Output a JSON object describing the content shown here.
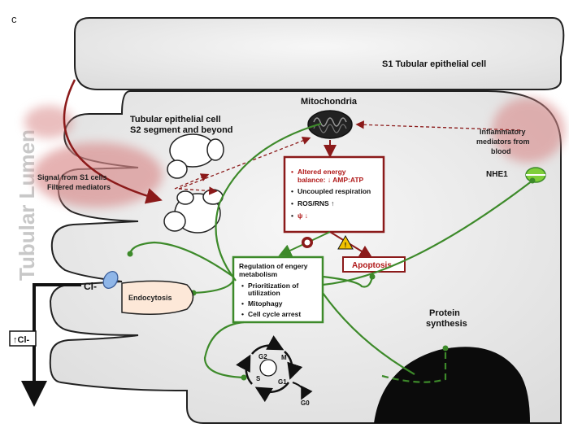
{
  "panel_label": "c",
  "labels": {
    "s1_cell": "S1 Tubular epithelial cell",
    "tubular_lumen": "Tubular Lumen",
    "s2_title_1": "Tubular epithelial cell",
    "s2_title_2": "S2 segment and beyond",
    "signal_1": "Signal from S1 cells",
    "signal_2": "Filtered mediators",
    "mitochondria": "Mitochondria",
    "inflam_1": "Inflammatory",
    "inflam_2": "mediators from",
    "inflam_3": "blood",
    "nhe1": "NHE1",
    "cl_minus": "Cl-",
    "tcl_minus": "↑Cl-",
    "endocytosis": "Endocytosis",
    "apoptosis": "Apoptosis",
    "protein_1": "Protein",
    "protein_2": "synthesis"
  },
  "energy_box": {
    "item1_line1": "Altered energy",
    "item1_line2": "balance: ↓ AMP:ATP",
    "item2": "Uncoupled respiration",
    "item3": "ROS/RNS ↑",
    "item4": "ψ ↓"
  },
  "regulation_box": {
    "title_1": "Regulation of engery",
    "title_2": "metabolism",
    "item1_line1": "Prioritization of",
    "item1_line2": "utilization",
    "item2": "Mitophagy",
    "item3": "Cell cycle arrest"
  },
  "cell_cycle": {
    "g2": "G2",
    "m": "M",
    "s": "S",
    "g1": "G1",
    "g0": "G0"
  },
  "colors": {
    "green": "#3d8a2a",
    "dark_red": "#8b1a1a",
    "pink_glow": "#d98a8a",
    "cell_gray": "#e6e6e6",
    "lumen_text": "#c8c8c8"
  }
}
